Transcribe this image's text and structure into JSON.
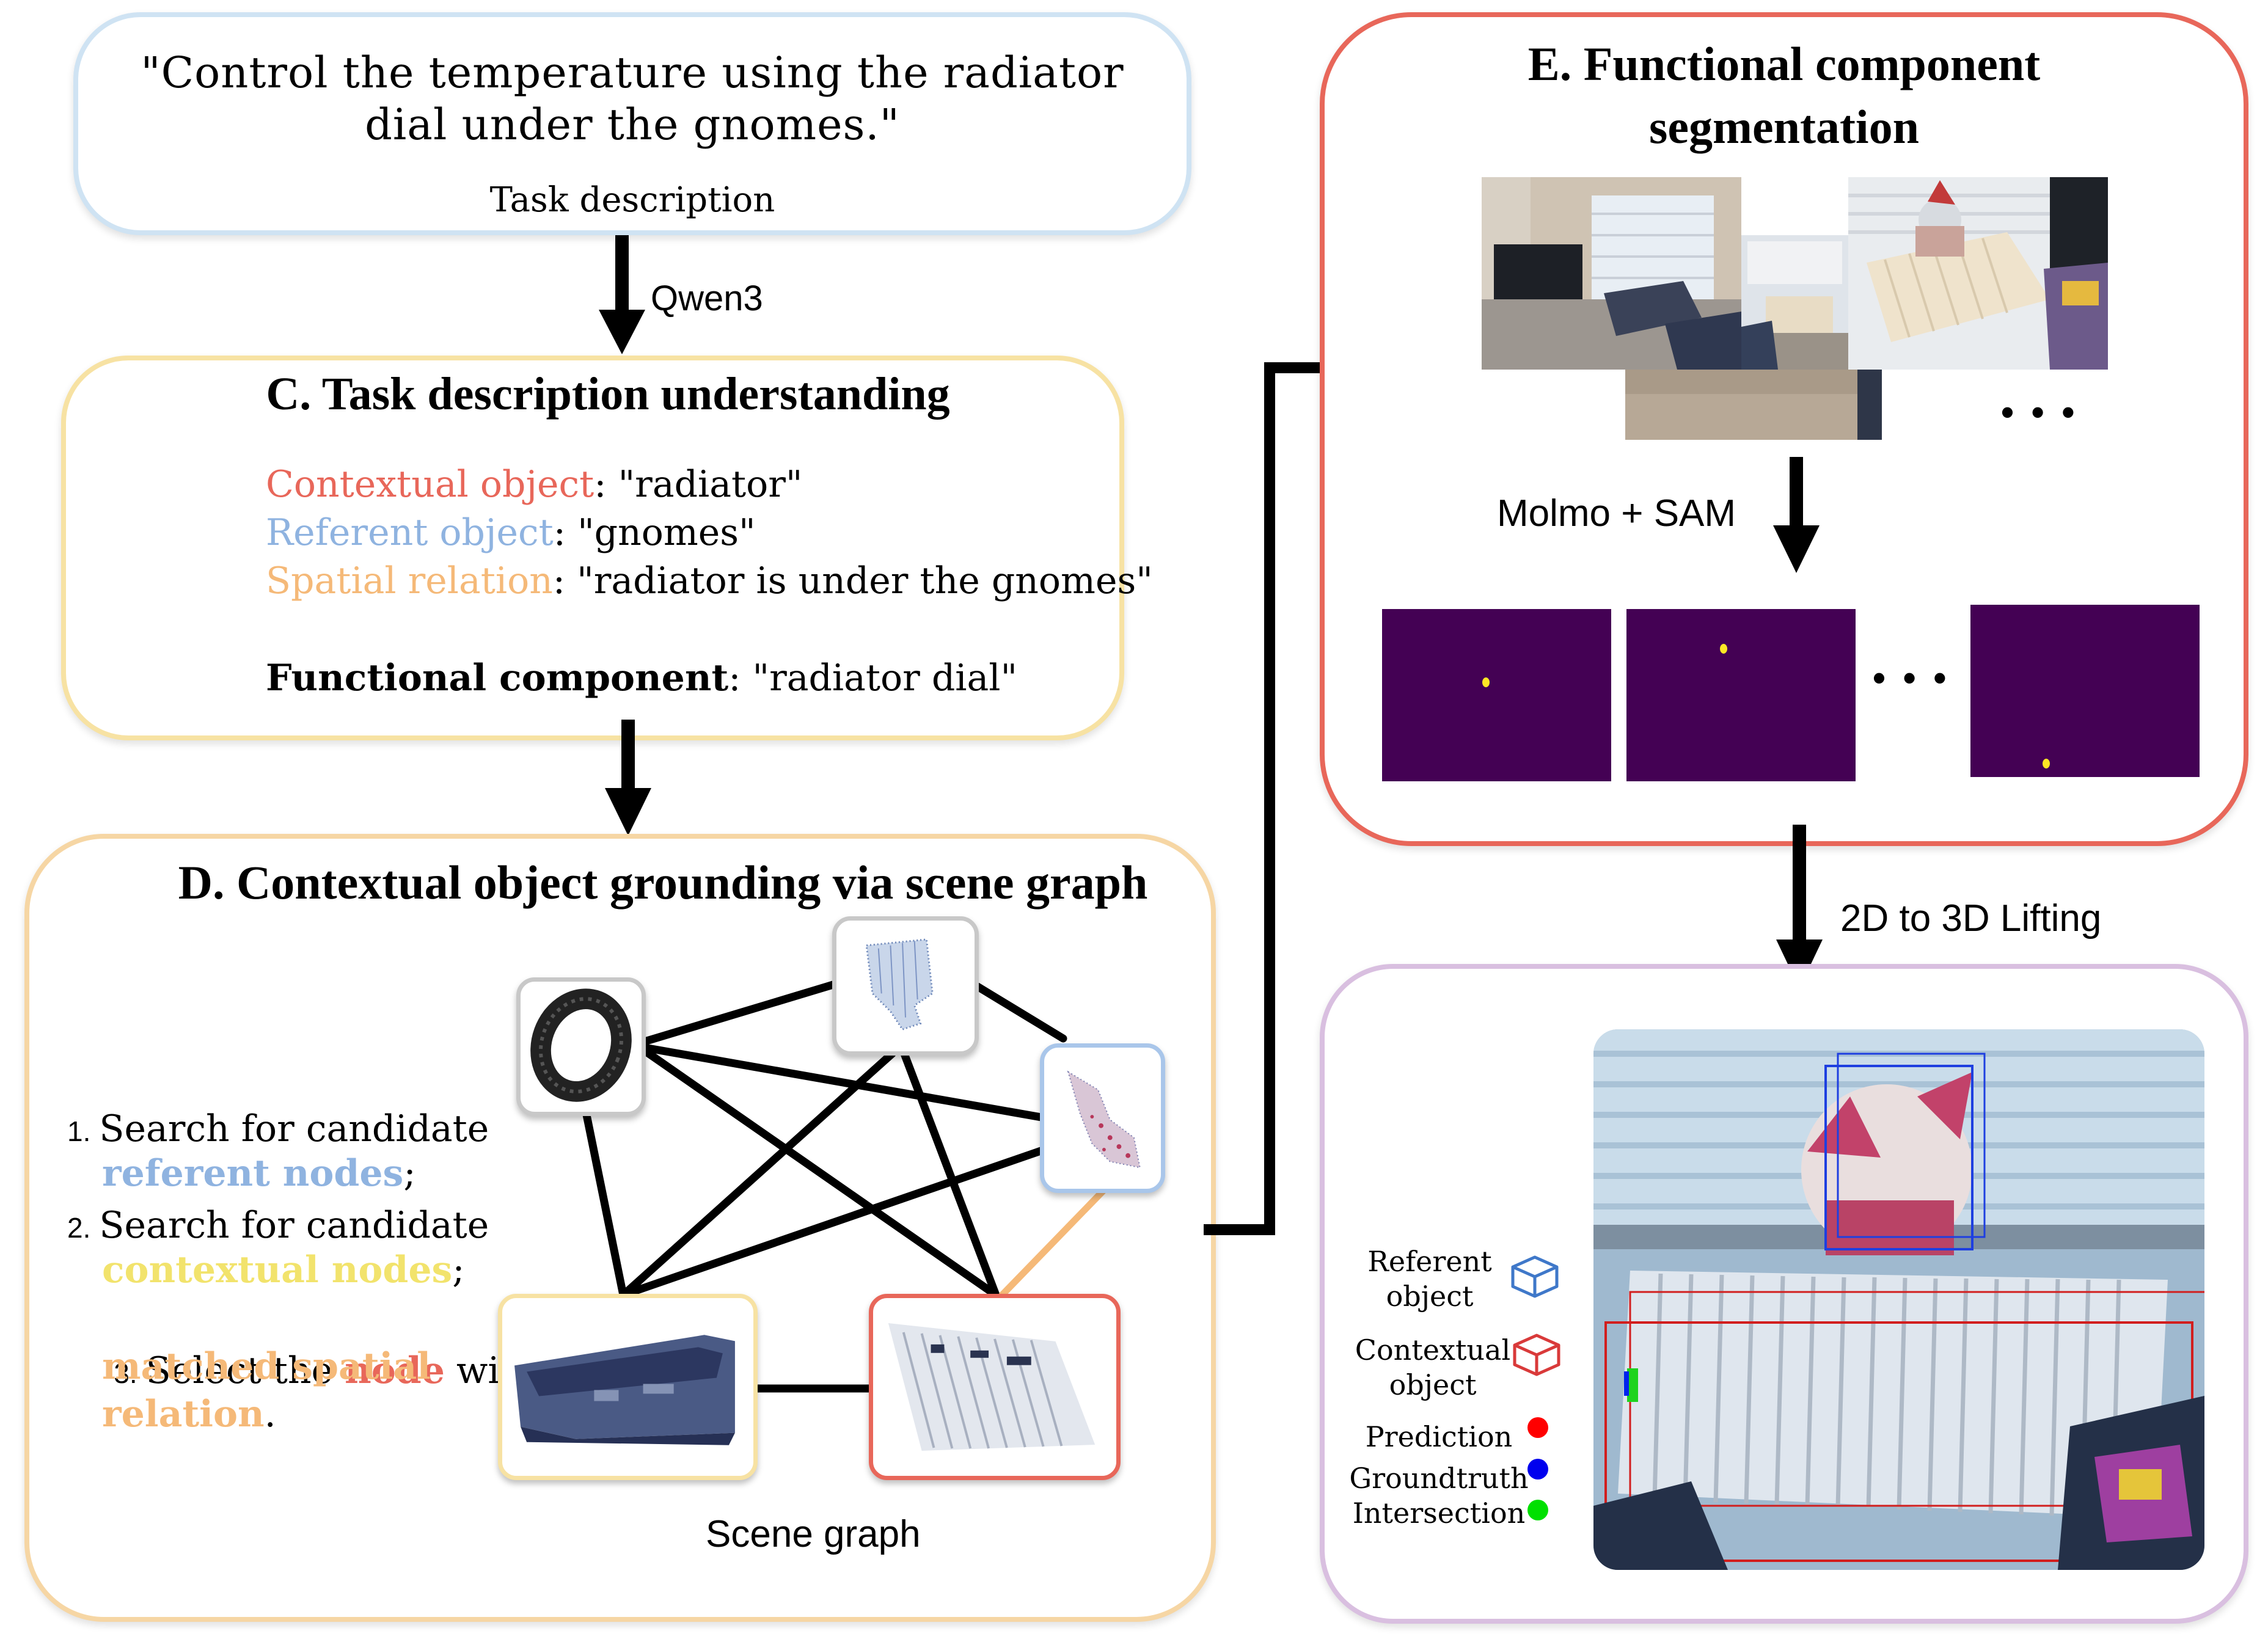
{
  "task_box": {
    "quote_line1": "\"Control the temperature using the radiator",
    "quote_line2": "dial under the gnomes.\"",
    "caption": "Task description"
  },
  "arrow_label_qwen": "Qwen3",
  "section_c": {
    "title": "C. Task description understanding",
    "contextual_key": "Contextual object",
    "contextual_value": ": \"radiator\"",
    "referent_key": "Referent object",
    "referent_value": ": \"gnomes\"",
    "spatial_key": "Spatial relation",
    "spatial_value": ": \"radiator is under the gnomes\"",
    "functional_key": "Functional component",
    "functional_value": ": \"radiator dial\""
  },
  "section_d": {
    "title": "D. Contextual object grounding via scene graph",
    "step1_num": "1.",
    "step1_text": "Search for candidate",
    "step1_highlight": "referent nodes",
    "step1_end": ";",
    "step2_num": "2.",
    "step2_text": "Search for candidate",
    "step2_highlight": "contextual nodes",
    "step2_end": ";",
    "step3_num": "3.",
    "step3_text_a": "Select the ",
    "step3_highlight_node": "node",
    "step3_text_b": " with a",
    "step3_highlight_line1": "matched spatial",
    "step3_highlight_line2": "relation",
    "step3_end": ".",
    "graph_caption": "Scene graph"
  },
  "section_e": {
    "title_line1": "E. Functional component",
    "title_line2": "segmentation",
    "ellipsis": "• • •",
    "molmo_label": "Molmo + SAM",
    "mask_ellipsis": "• • •"
  },
  "lifting_label": "2D to 3D Lifting",
  "legend": {
    "referent_line1": "Referent",
    "referent_line2": "object",
    "contextual_line1": "Contextual",
    "contextual_line2": "object",
    "prediction": "Prediction",
    "groundtruth": "Groundtruth",
    "intersection": "Intersection"
  },
  "colors": {
    "task_border": "#cfe3f3",
    "c_border": "#f7e2a3",
    "d_border": "#f6d6a4",
    "e_border": "#e8675a",
    "result_border": "#d9bfe0",
    "contextual": "#e8675a",
    "referent": "#8fb3e0",
    "spatial": "#f5b978",
    "contextual_nodes": "#f2e36c",
    "mask_bg": "#440154",
    "mask_dot": "#fde725",
    "prediction": "#ff0000",
    "groundtruth": "#0000ee",
    "intersection": "#00e000"
  }
}
